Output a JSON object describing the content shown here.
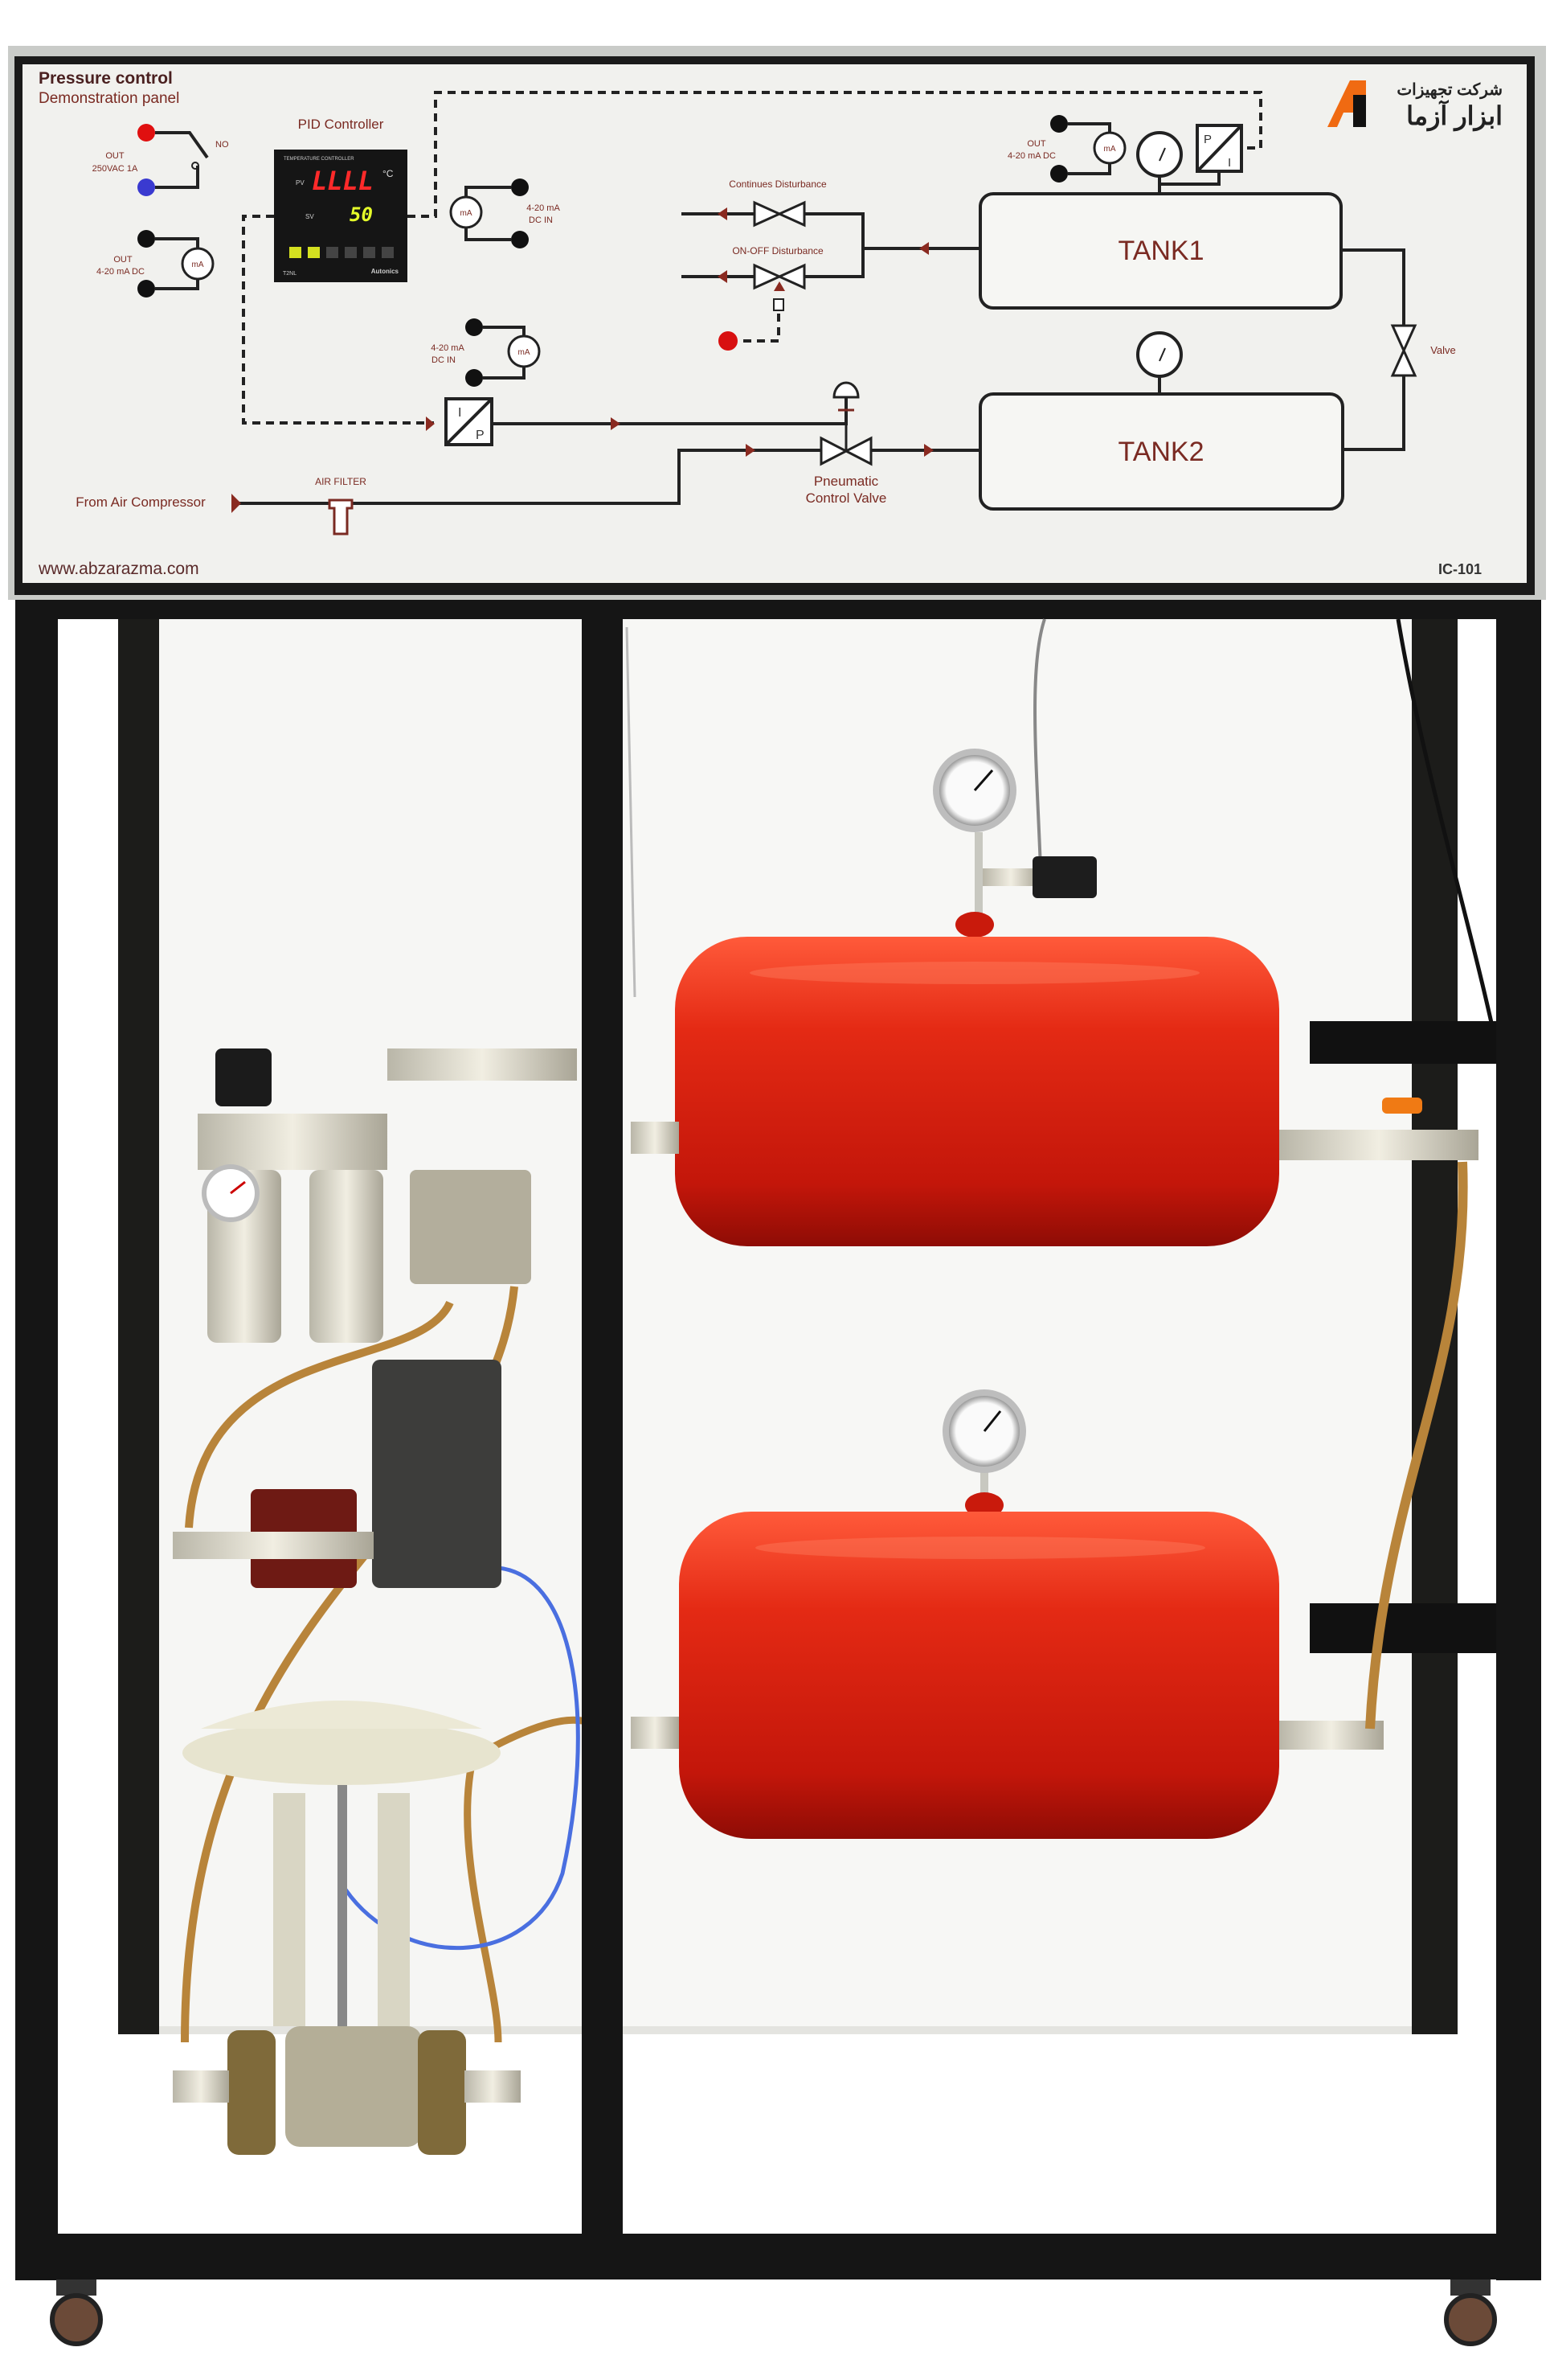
{
  "panel": {
    "title": "Pressure control",
    "subtitle": "Demonstration panel",
    "website": "www.abzarazma.com",
    "model": "IC-101",
    "logo_text_line1": "شرکت تجهیزات",
    "logo_text_line2": "ابزار آزما",
    "pid_label": "PID Controller",
    "controller": {
      "header": "TEMPERATURE CONTROLLER",
      "pv_label": "PV",
      "pv_value": "LLLL",
      "unit": "°C",
      "sv_label": "SV",
      "sv_value": "50",
      "model": "T2NL",
      "brand": "Autonics"
    },
    "relay_out_label": "OUT",
    "relay_rating": "250VAC 1A",
    "relay_no": "NO",
    "out_left_label": "OUT",
    "out_left_range": "4-20 mA DC",
    "dc_in_1_range": "4-20 mA",
    "dc_in_1_label": "DC IN",
    "dc_in_2_range": "4-20 mA",
    "dc_in_2_label": "DC IN",
    "out_right_label": "OUT",
    "out_right_range": "4-20 mA DC",
    "ma_symbol": "mA",
    "ip_i": "I",
    "ip_p": "P",
    "continuous_disturbance": "Continues Disturbance",
    "onoff_disturbance": "ON-OFF Disturbance",
    "tank1": "TANK1",
    "tank2": "TANK2",
    "valve": "Valve",
    "pneumatic_valve_line1": "Pneumatic",
    "pneumatic_valve_line2": "Control Valve",
    "air_filter": "AIR FILTER",
    "from_compressor": "From Air Compressor"
  },
  "colors": {
    "frame": "#151515",
    "tank_red": "#d8200f",
    "label_red": "#7a2a22",
    "logo_orange": "#f06a12",
    "copper": "#b8843a"
  }
}
